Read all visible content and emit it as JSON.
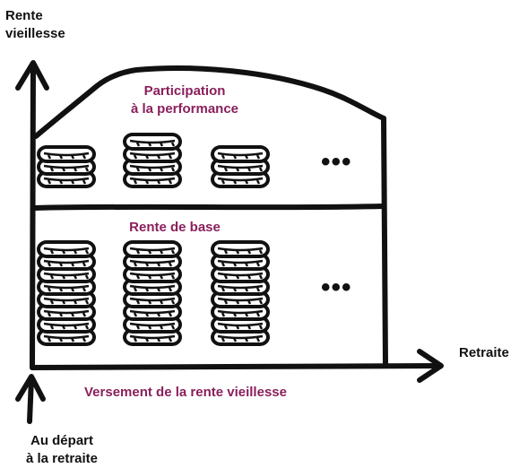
{
  "axes": {
    "y_label_line1": "Rente",
    "y_label_line2": "vieillesse",
    "x_label": "Retraite",
    "origin_label_line1": "Au départ",
    "origin_label_line2": "à la retraite"
  },
  "regions": {
    "performance_line1": "Participation",
    "performance_line2": "à la performance",
    "base": "Rente de base",
    "payment": "Versement de la rente vieillesse"
  },
  "ellipsis": "•••",
  "colors": {
    "ink": "#111111",
    "accent": "#8a1f5c",
    "background": "#ffffff"
  },
  "coin_stacks": {
    "top_row_counts": [
      3,
      4,
      3
    ],
    "bottom_row_counts": [
      8,
      8,
      8
    ]
  }
}
